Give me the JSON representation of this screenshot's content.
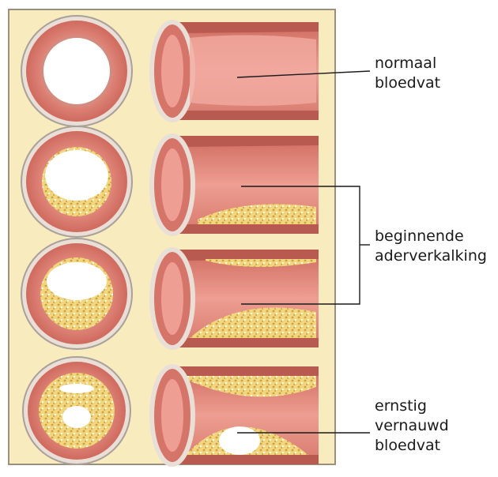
{
  "labels": {
    "normal": {
      "line1": "normaal",
      "line2": "bloedvat"
    },
    "early": {
      "line1": "beginnende",
      "line2": "aderverkalking"
    },
    "severe": {
      "line1": "ernstig",
      "line2": "vernauwd",
      "line3": "bloedvat"
    }
  },
  "colors": {
    "panel_background": "#f8ecbf",
    "panel_border": "#9b9080",
    "vessel_wall": "#d8776a",
    "vessel_inner": "#ee9e92",
    "adventitia": "#e9dfd7",
    "lumen": "#ffffff",
    "plaque": "#f0cf6a",
    "plaque_core": "#ffffff",
    "leader_line": "#1a1a1a"
  }
}
